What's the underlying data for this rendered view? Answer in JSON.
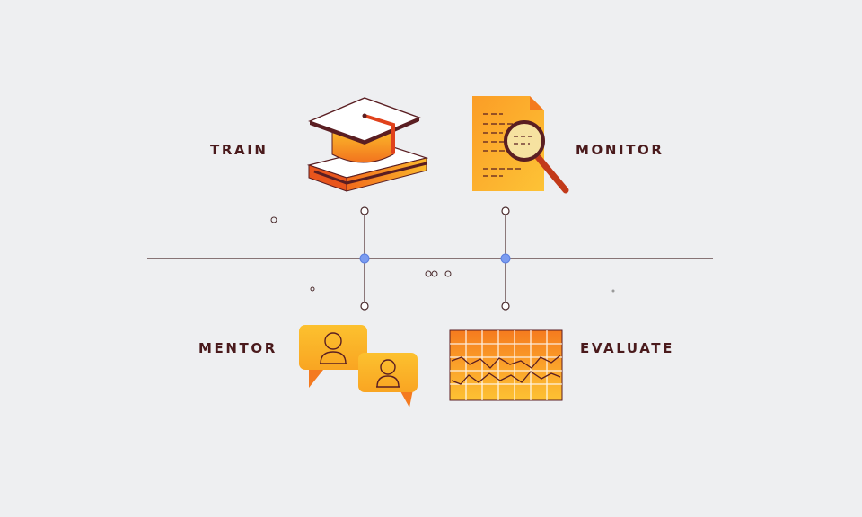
{
  "labels": {
    "train": "TRAIN",
    "monitor": "MONITOR",
    "mentor": "MENTOR",
    "evaluate": "EVALUATE"
  },
  "icons": {
    "train": "graduation-cap-on-book-icon",
    "monitor": "document-magnifier-icon",
    "mentor": "chat-bubbles-people-icon",
    "evaluate": "line-chart-grid-icon"
  },
  "colors": {
    "background": "#eeeff1",
    "line": "#4a2a2c",
    "dark": "#5a1e22",
    "orange": "#f47a1f",
    "yellow": "#fbbf2c",
    "red": "#e04a1c",
    "node": "#7b9cf0"
  }
}
